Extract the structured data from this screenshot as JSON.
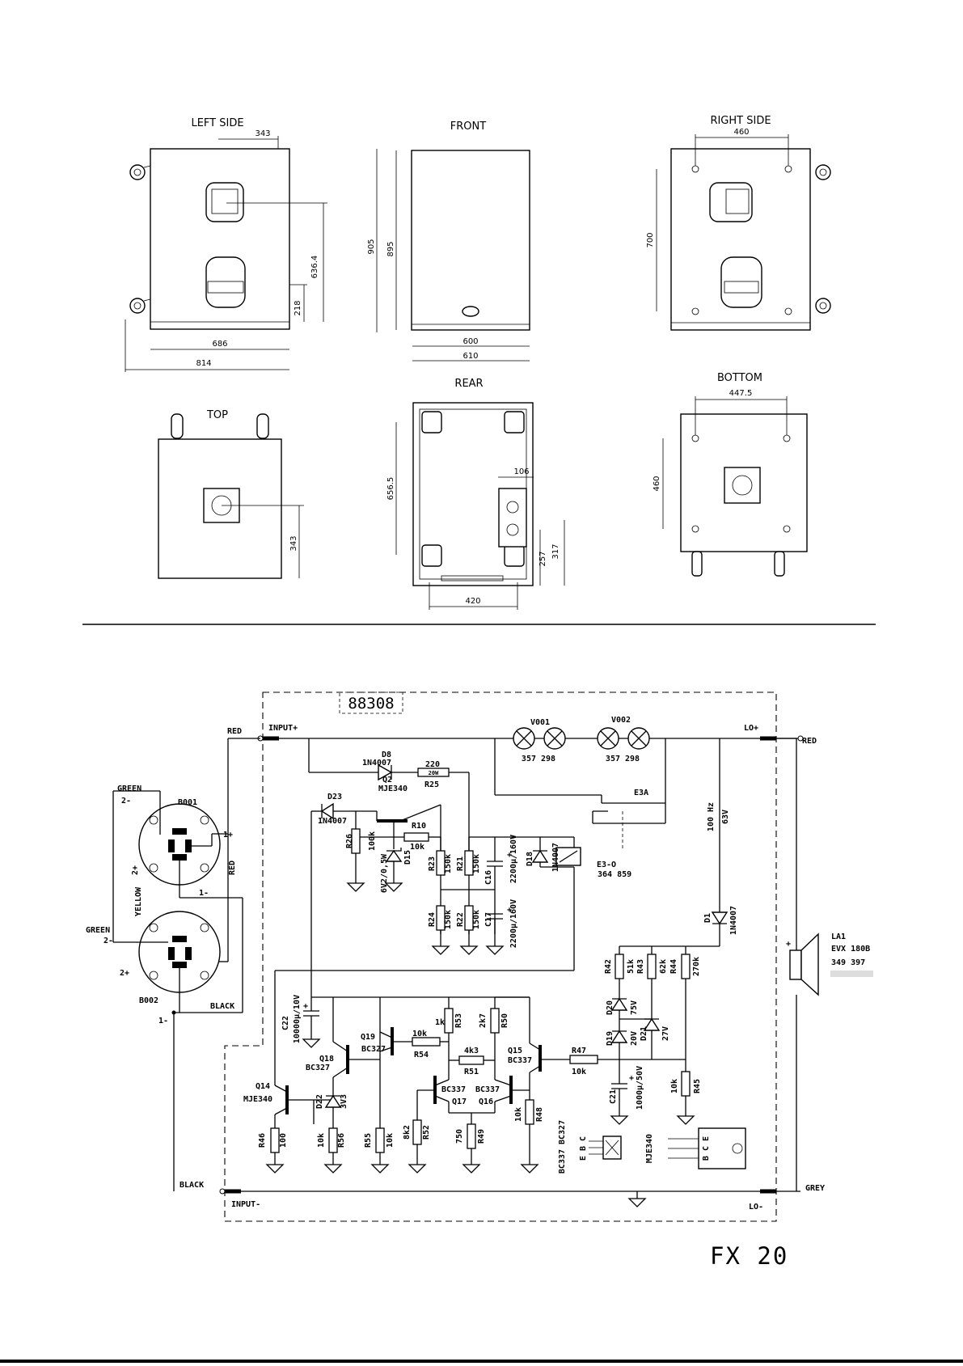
{
  "views": {
    "left_side": "LEFT SIDE",
    "front": "FRONT",
    "right_side": "RIGHT SIDE",
    "top": "TOP",
    "rear": "REAR",
    "bottom": "BOTTOM"
  },
  "dimensions": {
    "left_side": [
      "343",
      "636.4",
      "218",
      "686",
      "814"
    ],
    "front": [
      "905",
      "895",
      "600",
      "610"
    ],
    "right_side": [
      "460",
      "700"
    ],
    "top": [
      "343"
    ],
    "rear": [
      "656.5",
      "106",
      "257",
      "317",
      "420"
    ],
    "bottom": [
      "447.5",
      "460"
    ]
  },
  "schematic": {
    "board_id": "88308",
    "input_plus": "INPUT+",
    "input_minus": "INPUT-",
    "lo_plus": "LO+",
    "lo_minus": "LO-",
    "wire_red": "RED",
    "wire_red2": "RED",
    "wire_red3": "RED",
    "wire_green": "GREEN",
    "wire_green2": "GREEN",
    "wire_yellow": "YELLOW",
    "wire_black": "BLACK",
    "wire_black2": "BLACK",
    "wire_grey": "GREY",
    "connector_b001": "B001",
    "connector_b002": "B002",
    "pin_2m_a": "2-",
    "pin_2p_a": "2+",
    "pin_1p": "1+",
    "pin_1m": "1-",
    "pin_2m_b": "2-",
    "pin_2p_b": "2+",
    "pin_1m_b": "1-",
    "lamp_v001": "V001",
    "lamp_v002": "V002",
    "lamp_v001_parts": "357 298",
    "lamp_v002_parts": "357 298",
    "d8": "D8",
    "d8_type": "1N4007",
    "r25_value": "220",
    "r25_watt": "20W",
    "r25": "R25",
    "d23": "D23",
    "d23_type": "1N4007",
    "q2": "Q2",
    "q2_type": "MJE340",
    "r10": "R10",
    "r10_value": "10k",
    "r26": "R26",
    "r26_value": "100k",
    "d15": "D15",
    "d15_value": "6V2/0,5W",
    "r23": "R23",
    "r23_value": "150k",
    "r21": "R21",
    "r21_value": "150k",
    "c16": "C16",
    "c16_value": "2200μ/160V",
    "d18": "D18",
    "d18_type": "1N4007",
    "e3a": "E3A",
    "e3o": "E3-O",
    "e3o_parts": "364 859",
    "filter_label": "100 Hz",
    "filter_v": "63V",
    "r24": "R24",
    "r24_value": "150k",
    "r22": "R22",
    "r22_value": "150k",
    "c17": "C17",
    "c17_value": "2200μ/160V",
    "d1": "D1",
    "d1_type": "1N4007",
    "la1": "LA1",
    "la1_type": "EVX 180B",
    "la1_parts": "349 397",
    "c22": "C22",
    "c22_value": "10000μ/10V",
    "r42": "R42",
    "r42_value": "51k",
    "r43": "R43",
    "r43_value": "62k",
    "r44": "R44",
    "r44_value": "270k",
    "d20": "D20",
    "d20_value": "75V",
    "d19": "D19",
    "d19_value": "20V",
    "d21": "D21",
    "d21_value": "27V",
    "q19": "Q19",
    "q19_type": "BC327",
    "q18": "Q18",
    "q18_type": "BC327",
    "r54": "R54",
    "r54_value": "10k",
    "r53": "R53",
    "r53_value": "1k",
    "r50": "R50",
    "r50_value": "2k7",
    "r51": "R51",
    "r51_value": "4k3",
    "q15": "Q15",
    "q15_type": "BC337",
    "r47": "R47",
    "r47_value": "10k",
    "q14": "Q14",
    "q14_type": "MJE340",
    "d22": "D22",
    "d22_value": "3V3",
    "q17": "Q17",
    "q17_type": "BC337",
    "q16": "Q16",
    "q16_type": "BC337",
    "c21": "C21",
    "c21_value": "1000μ/50V",
    "r45": "R45",
    "r45_value": "10k",
    "r46": "R46",
    "r46_value": "100",
    "r56": "R56",
    "r56_value": "10k",
    "r55": "R55",
    "r55_value": "10k",
    "r52": "R52",
    "r52_value": "8k2",
    "r49": "R49",
    "r49_value": "750",
    "r48": "R48",
    "r48_value": "10k",
    "pinout_small_types": "BC337 BC327",
    "pinout_small_pins": "E B C",
    "pinout_large_type": "MJE340",
    "pinout_large_pins": "B C E"
  },
  "footer": {
    "model": "FX 20"
  }
}
